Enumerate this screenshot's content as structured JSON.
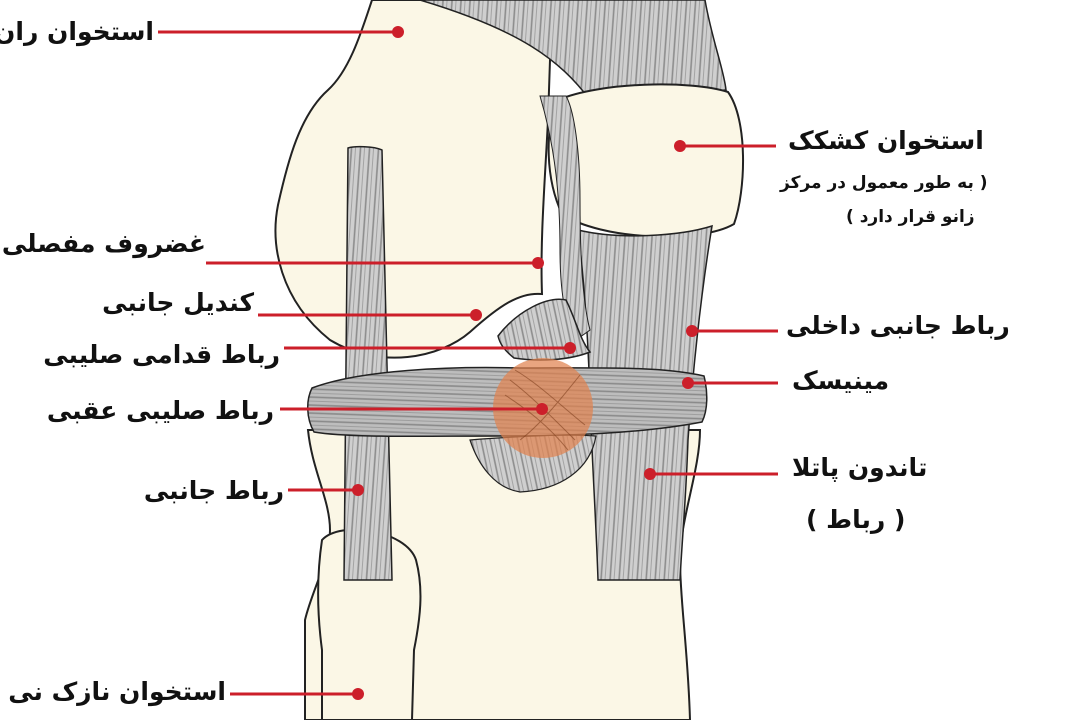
{
  "labels": {
    "femur": "استخوان ران",
    "articular_cartilage": "غضروف مفصلی",
    "condyle": "کندیل جانبی",
    "acl": "رباط قدامی صلیبی",
    "pcl": "رباط صلیبی عقبی",
    "lateral_ligament": "رباط جانبی",
    "fibula": "استخوان نازک نی",
    "patella": "استخوان کشکک",
    "patella_note_1": "( به طور معمول در مرکز",
    "patella_note_2": "زانو قرار دارد )",
    "medial_ligament": "رباط جانبی داخلی",
    "meniscus": "مینیسک",
    "patellar_tendon": "تاندون پاتلا",
    "patellar_tendon_note": "( رباط )"
  },
  "colors": {
    "bone": "#fbf7e6",
    "ligament": "#cfcfcf",
    "ligament_stripe": "#8c8c8c",
    "outline": "#222222",
    "leader": "#cc1f2a",
    "highlight": "#e0824f"
  }
}
